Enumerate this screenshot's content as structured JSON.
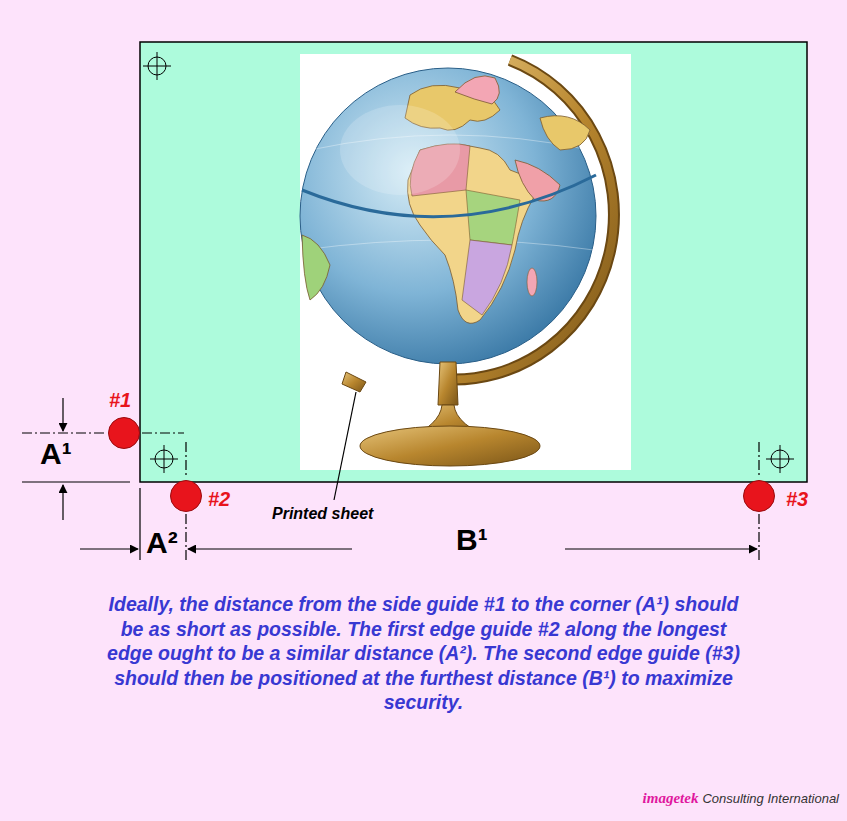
{
  "diagram": {
    "caption": "Ideally, the distance from the side guide #1 to the corner (A¹) should be as short as possible. The first edge guide #2 along the longest edge ought to be a similar distance (A²). The second edge guide (#3) should then be positioned at the furthest distance (B¹) to maximize security.",
    "nodes": [
      {
        "text": [
          "#1"
        ]
      },
      {
        "text": [
          "#2"
        ]
      },
      {
        "text": [
          "#3"
        ]
      }
    ],
    "labels": [
      "A¹",
      "A²",
      "B¹",
      "Printed sheet",
      "imagetek",
      "Consulting International"
    ]
  }
}
